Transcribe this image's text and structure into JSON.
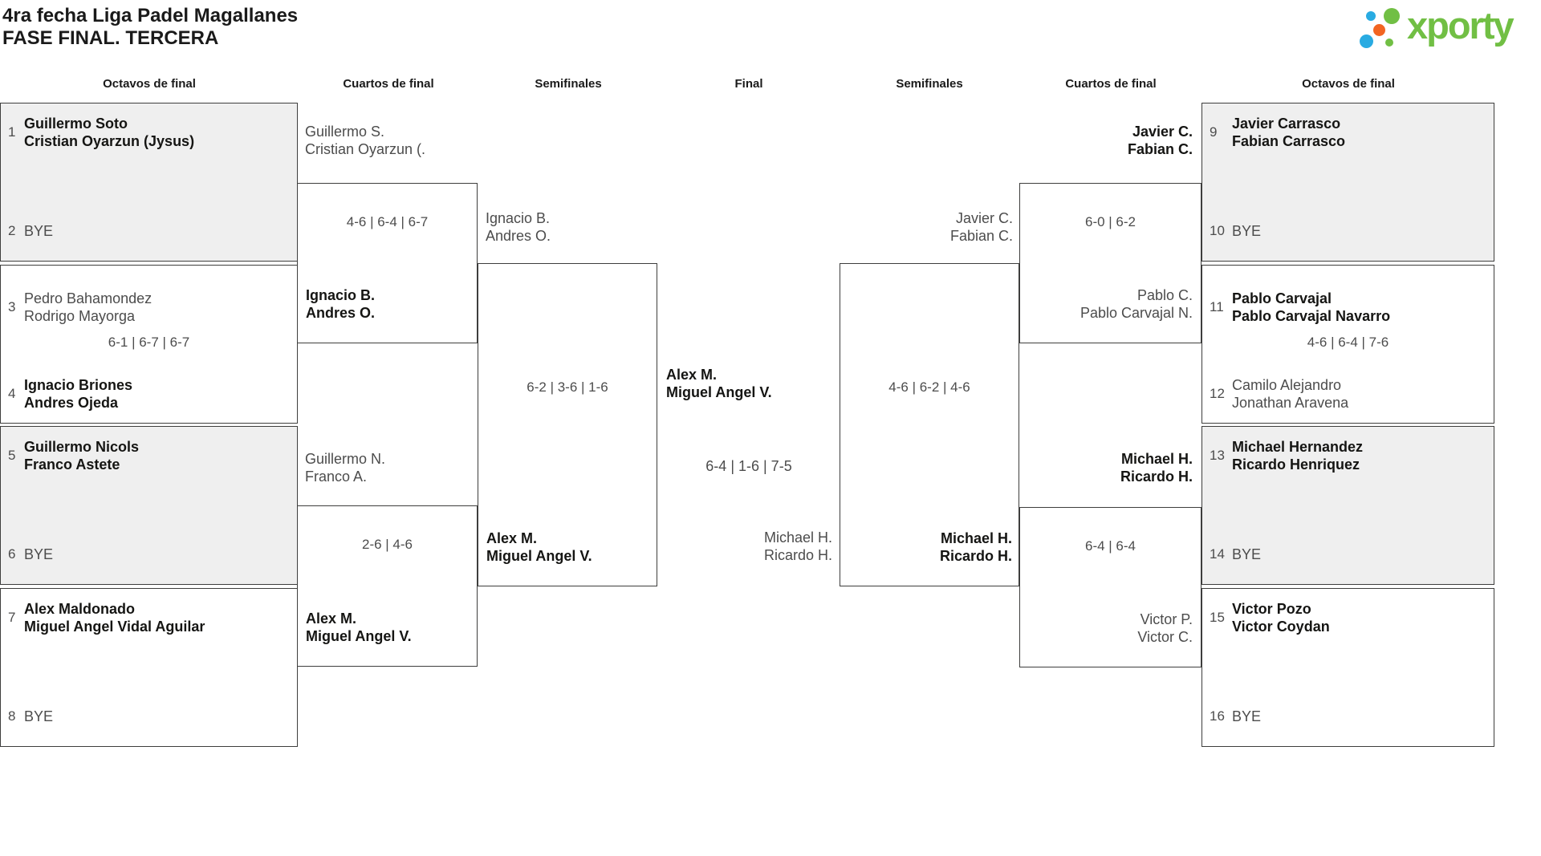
{
  "title": {
    "line1": "4ra fecha Liga Padel Magallanes",
    "line2": "FASE FINAL. TERCERA"
  },
  "logo": {
    "brand": "xporty"
  },
  "colors": {
    "brand_green": "#71bf44",
    "dot_blue": "#29abe2",
    "dot_orange": "#f26522",
    "box_fill_gray": "#efefef",
    "box_border": "#3e3e3d",
    "winner_text": "#151513",
    "regular_text": "#4c4c4c"
  },
  "rounds": [
    {
      "label": "Octavos de final"
    },
    {
      "label": "Cuartos de final"
    },
    {
      "label": "Semifinales"
    },
    {
      "label": "Final"
    },
    {
      "label": "Semifinales"
    },
    {
      "label": "Cuartos de final"
    },
    {
      "label": "Octavos de final"
    }
  ],
  "octavos": [
    {
      "seed_top": "1",
      "top": [
        "Guillermo Soto",
        "Cristian Oyarzun (Jysus)"
      ],
      "seed_bottom": "2",
      "bottom": [
        "BYE"
      ]
    },
    {
      "seed_top": "3",
      "top": [
        "Pedro Bahamondez",
        "Rodrigo Mayorga"
      ],
      "score": "6-1 | 6-7 | 6-7",
      "seed_bottom": "4",
      "bottom": [
        "Ignacio Briones",
        "Andres Ojeda"
      ]
    },
    {
      "seed_top": "5",
      "top": [
        "Guillermo Nicols",
        "Franco Astete"
      ],
      "seed_bottom": "6",
      "bottom": [
        "BYE"
      ]
    },
    {
      "seed_top": "7",
      "top": [
        "Alex Maldonado",
        "Miguel Angel Vidal Aguilar"
      ],
      "seed_bottom": "8",
      "bottom": [
        "BYE"
      ]
    },
    {
      "seed_top": "9",
      "top": [
        "Javier Carrasco",
        "Fabian Carrasco"
      ],
      "seed_bottom": "10",
      "bottom": [
        "BYE"
      ]
    },
    {
      "seed_top": "11",
      "top": [
        "Pablo Carvajal",
        "Pablo Carvajal Navarro"
      ],
      "score": "4-6 | 6-4 | 7-6",
      "seed_bottom": "12",
      "bottom": [
        "Camilo Alejandro",
        "Jonathan Aravena"
      ]
    },
    {
      "seed_top": "13",
      "top": [
        "Michael Hernandez",
        "Ricardo Henriquez"
      ],
      "seed_bottom": "14",
      "bottom": [
        "BYE"
      ]
    },
    {
      "seed_top": "15",
      "top": [
        "Victor Pozo",
        "Victor Coydan"
      ],
      "seed_bottom": "16",
      "bottom": [
        "BYE"
      ]
    }
  ],
  "cuartos": [
    {
      "entrant": [
        "Guillermo S.",
        "Cristian Oyarzun (."
      ],
      "score": "4-6 | 6-4 | 6-7",
      "winner": [
        "Ignacio B.",
        "Andres O."
      ]
    },
    {
      "entrant": [
        "Guillermo N.",
        "Franco A."
      ],
      "score": "2-6 | 4-6",
      "winner": [
        "Alex M.",
        "Miguel Angel V."
      ]
    },
    {
      "winner": [
        "Javier C.",
        "Fabian C."
      ],
      "score": "6-0 | 6-2",
      "loser": [
        "Pablo C.",
        "Pablo Carvajal N."
      ]
    },
    {
      "winner": [
        "Michael H.",
        "Ricardo H."
      ],
      "score": "6-4 | 6-4",
      "loser": [
        "Victor P.",
        "Victor C."
      ]
    }
  ],
  "semifinales": [
    {
      "entrant": [
        "Ignacio B.",
        "Andres O."
      ],
      "score": "6-2 | 3-6 | 1-6",
      "winner": [
        "Alex M.",
        "Miguel Angel V."
      ]
    },
    {
      "entrant": [
        "Javier C.",
        "Fabian C."
      ],
      "score": "4-6 | 6-2 | 4-6",
      "winner": [
        "Michael H.",
        "Ricardo H."
      ]
    }
  ],
  "final": {
    "winner": [
      "Alex M.",
      "Miguel Angel V."
    ],
    "score": "6-4 | 1-6 | 7-5",
    "runner_up": [
      "Michael H.",
      "Ricardo H."
    ]
  }
}
